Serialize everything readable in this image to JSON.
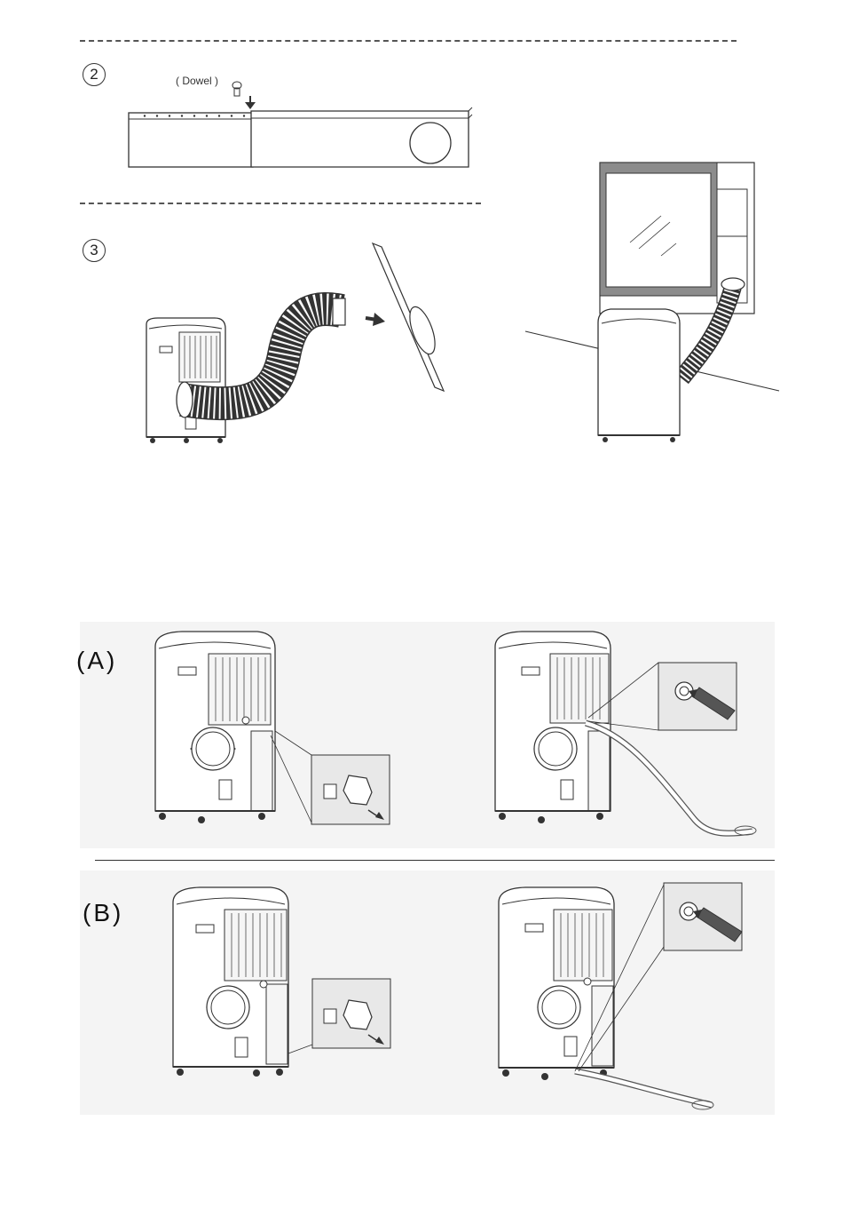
{
  "steps": {
    "step2": {
      "number": "2",
      "dowel_label": "( Dowel )"
    },
    "step3": {
      "number": "3"
    }
  },
  "sections": {
    "a": {
      "label": "(A)"
    },
    "b": {
      "label": "(B)"
    }
  },
  "colors": {
    "line": "#333333",
    "panel_bg": "#f4f4f4",
    "inset_bg": "#e8e8e8",
    "window_frame": "#8c8c8c"
  },
  "icons": [
    "dowel-icon",
    "down-arrow-icon",
    "right-arrow-icon",
    "drain-cap-icon",
    "drain-hose-icon"
  ]
}
